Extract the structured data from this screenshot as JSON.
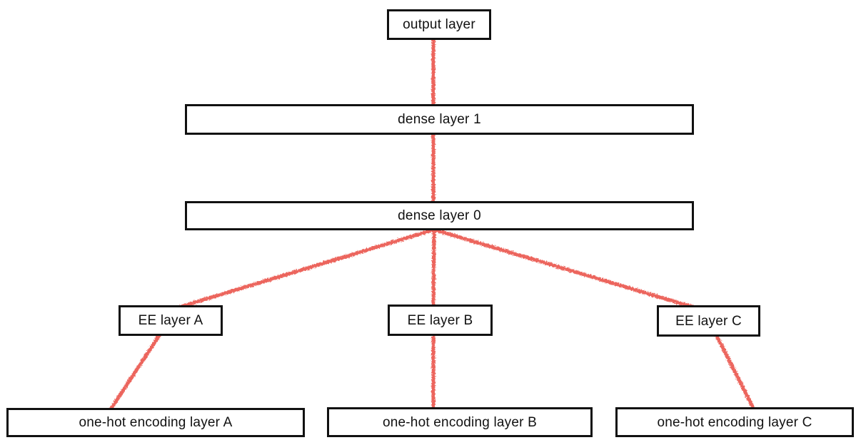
{
  "diagram": {
    "type": "neural-network-architecture",
    "nodes": {
      "output": {
        "label": "output layer"
      },
      "dense1": {
        "label": "dense layer 1"
      },
      "dense0": {
        "label": "dense layer 0"
      },
      "ee_a": {
        "label": "EE layer A"
      },
      "ee_b": {
        "label": "EE layer B"
      },
      "ee_c": {
        "label": "EE layer C"
      },
      "onehot_a": {
        "label": "one-hot encoding layer A"
      },
      "onehot_b": {
        "label": "one-hot encoding layer B"
      },
      "onehot_c": {
        "label": "one-hot encoding layer C"
      }
    },
    "edges": [
      {
        "from": "dense layer 1",
        "to": "output layer"
      },
      {
        "from": "dense layer 0",
        "to": "dense layer 1"
      },
      {
        "from": "EE layer A",
        "to": "dense layer 0"
      },
      {
        "from": "EE layer B",
        "to": "dense layer 0"
      },
      {
        "from": "EE layer C",
        "to": "dense layer 0"
      },
      {
        "from": "one-hot encoding layer A",
        "to": "EE layer A"
      },
      {
        "from": "one-hot encoding layer B",
        "to": "EE layer B"
      },
      {
        "from": "one-hot encoding layer C",
        "to": "EE layer C"
      }
    ],
    "colors": {
      "edge": "#ec655d",
      "node_border": "#111111",
      "node_fill": "#ffffff",
      "text": "#111111",
      "background": "#ffffff"
    }
  }
}
